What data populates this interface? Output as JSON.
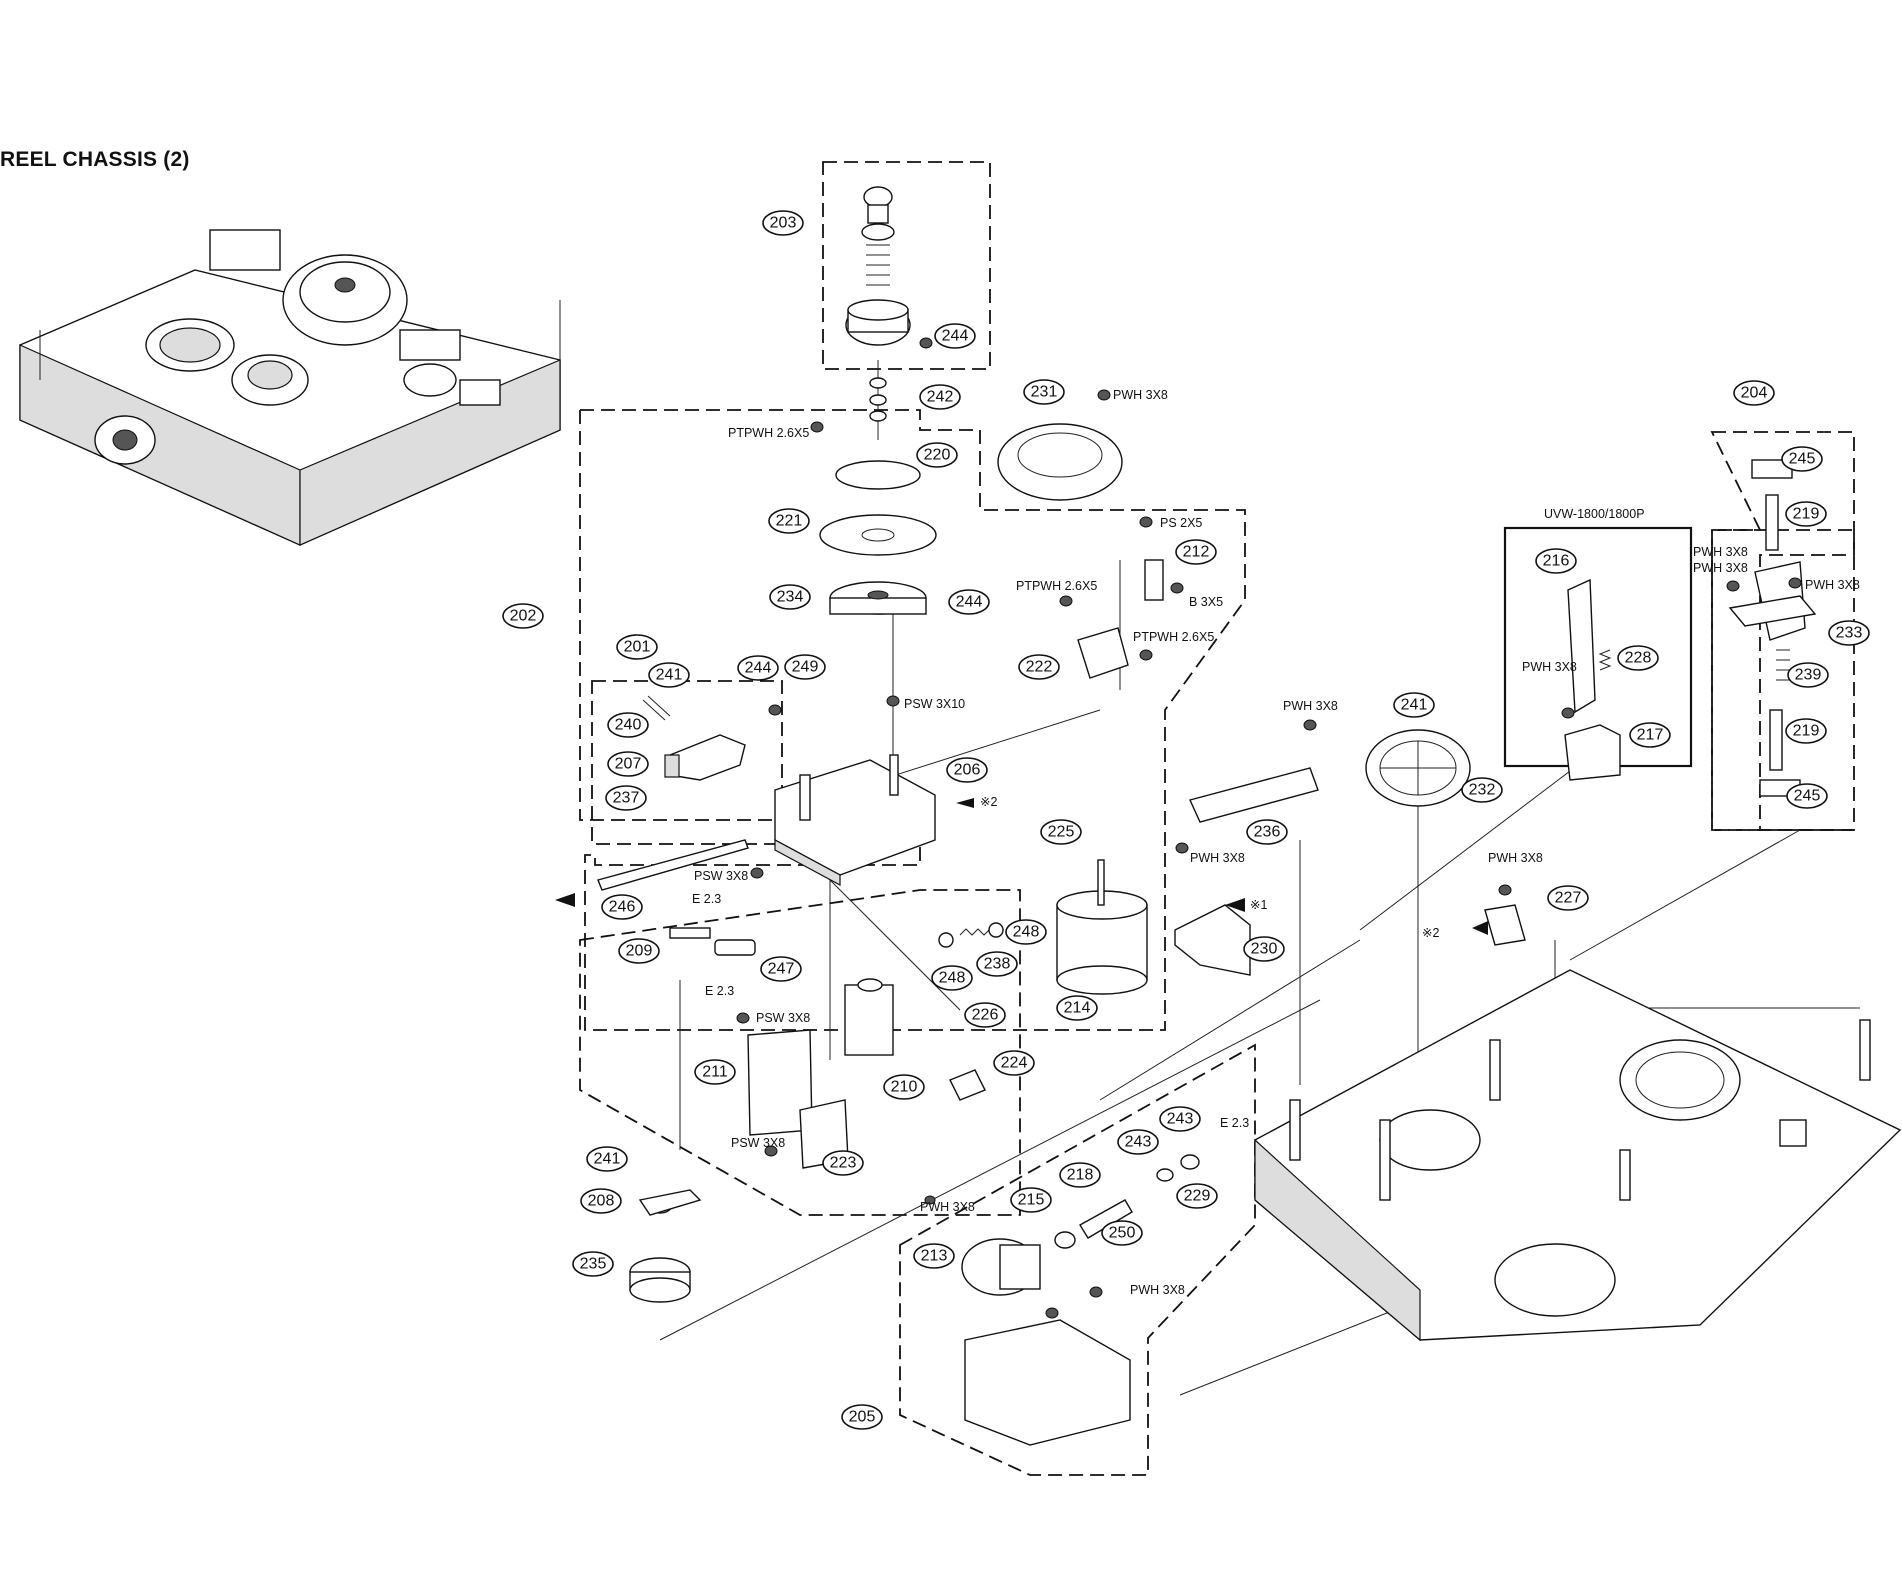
{
  "title": "REEL CHASSIS (2)",
  "callouts": [
    "201",
    "202",
    "203",
    "204",
    "205",
    "206",
    "207",
    "208",
    "209",
    "210",
    "211",
    "212",
    "213",
    "214",
    "215",
    "216",
    "217",
    "218",
    "219",
    "219",
    "220",
    "221",
    "222",
    "223",
    "224",
    "225",
    "226",
    "227",
    "228",
    "229",
    "230",
    "231",
    "232",
    "233",
    "234",
    "235",
    "236",
    "237",
    "238",
    "239",
    "240",
    "241",
    "241",
    "241",
    "242",
    "243",
    "243",
    "244",
    "244",
    "244",
    "245",
    "245",
    "246",
    "247",
    "248",
    "248",
    "249",
    "250"
  ],
  "screw_labels": [
    "PWH 3X8",
    "PTPWH 2.6X5",
    "PS 2X5",
    "B 3X5",
    "PTPWH 2.6X5",
    "PTPWH 2.6X5",
    "PSW 3X10",
    "PSW 3X8",
    "E 2.3",
    "E 2.3",
    "PSW 3X8",
    "PSW 3X8",
    "PWH 3X8",
    "PWH 3X8",
    "PWH 3X8",
    "PWH 3X8",
    "PWH 3X8",
    "E 2.3",
    "PWH 3X8",
    "PWH 3X8",
    "PWH 3X8",
    "PWH 3X8"
  ],
  "ref_marks": [
    "※2",
    "※1",
    "※2"
  ],
  "box_label": "UVW-1800/1800P"
}
